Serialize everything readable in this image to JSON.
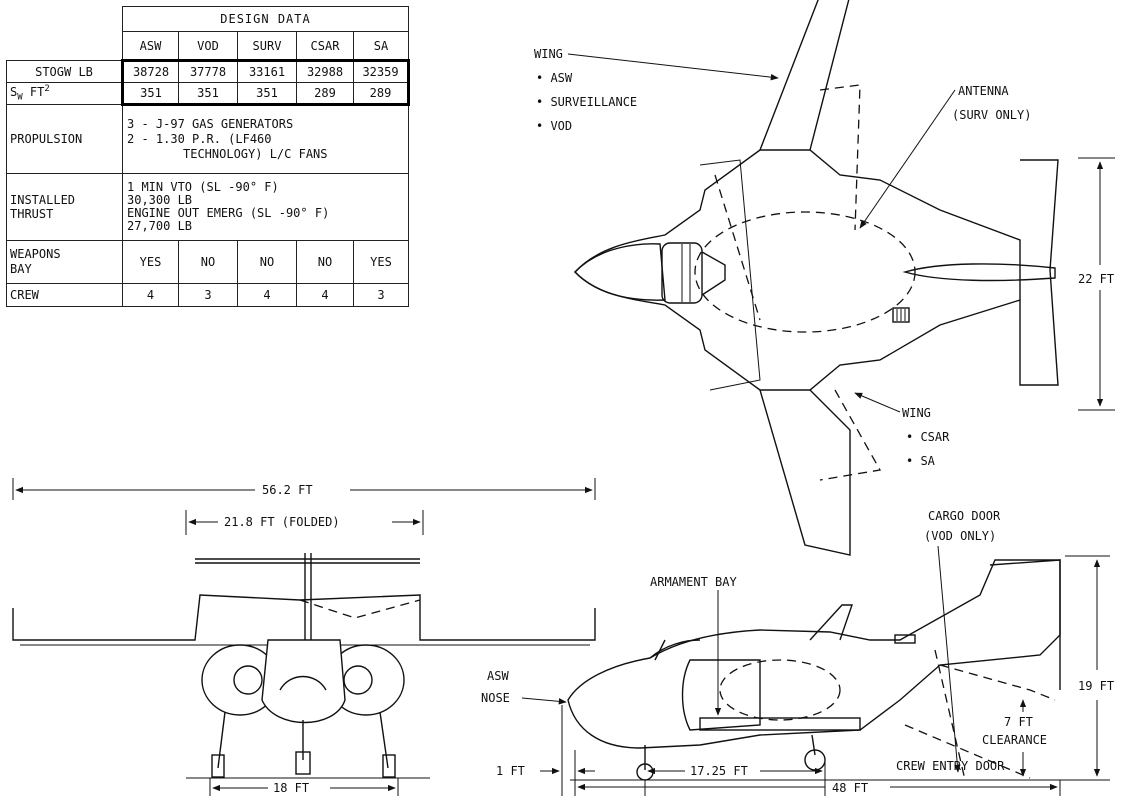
{
  "table": {
    "title": "DESIGN DATA",
    "columns": [
      "ASW",
      "VOD",
      "SURV",
      "CSAR",
      "SA"
    ],
    "rows": {
      "stogw": {
        "label": "STOGW LB",
        "values": [
          "38728",
          "37778",
          "33161",
          "32988",
          "32359"
        ]
      },
      "sw": {
        "label_main": "S",
        "label_sub": "W",
        "label_rest": " FT",
        "label_sup": "2",
        "values": [
          "351",
          "351",
          "351",
          "289",
          "289"
        ]
      },
      "propulsion": {
        "label": "PROPULSION",
        "line1": "3 - J-97 GAS GENERATORS",
        "line2": "2 - 1.30 P.R. (LF460",
        "line3": "TECHNOLOGY) L/C FANS"
      },
      "thrust": {
        "label1": "INSTALLED",
        "label2": "THRUST",
        "line1": "1 MIN VTO (SL -90° F)",
        "line2": "30,300 LB",
        "line3": "ENGINE OUT EMERG (SL -90° F)",
        "line4": "27,700 LB"
      },
      "weapons": {
        "label1": "WEAPONS",
        "label2": "BAY",
        "values": [
          "YES",
          "NO",
          "NO",
          "NO",
          "YES"
        ]
      },
      "crew": {
        "label": "CREW",
        "values": [
          "4",
          "3",
          "4",
          "4",
          "3"
        ]
      }
    }
  },
  "plan_view": {
    "wing_top": {
      "title": "WING",
      "items": [
        "ASW",
        "SURVEILLANCE",
        "VOD"
      ]
    },
    "antenna": {
      "line1": "ANTENNA",
      "line2": "(SURV ONLY)"
    },
    "wing_bottom": {
      "title": "WING",
      "items": [
        "CSAR",
        "SA"
      ]
    },
    "height_dim": "22 FT"
  },
  "front_view": {
    "span": "56.2 FT",
    "folded": "21.8 FT (FOLDED)",
    "track": "18 FT"
  },
  "side_view": {
    "cargo_door": {
      "line1": "CARGO DOOR",
      "line2": "(VOD ONLY)"
    },
    "armament_bay": "ARMAMENT BAY",
    "asw_nose": {
      "line1": "ASW",
      "line2": "NOSE"
    },
    "height": "19 FT",
    "clearance": {
      "line1": "7 FT",
      "line2": "CLEARANCE"
    },
    "crew_door": "CREW ENTRY DOOR",
    "dim_1ft": "1 FT",
    "dim_wheelbase": "17.25 FT",
    "dim_length": "48 FT"
  }
}
